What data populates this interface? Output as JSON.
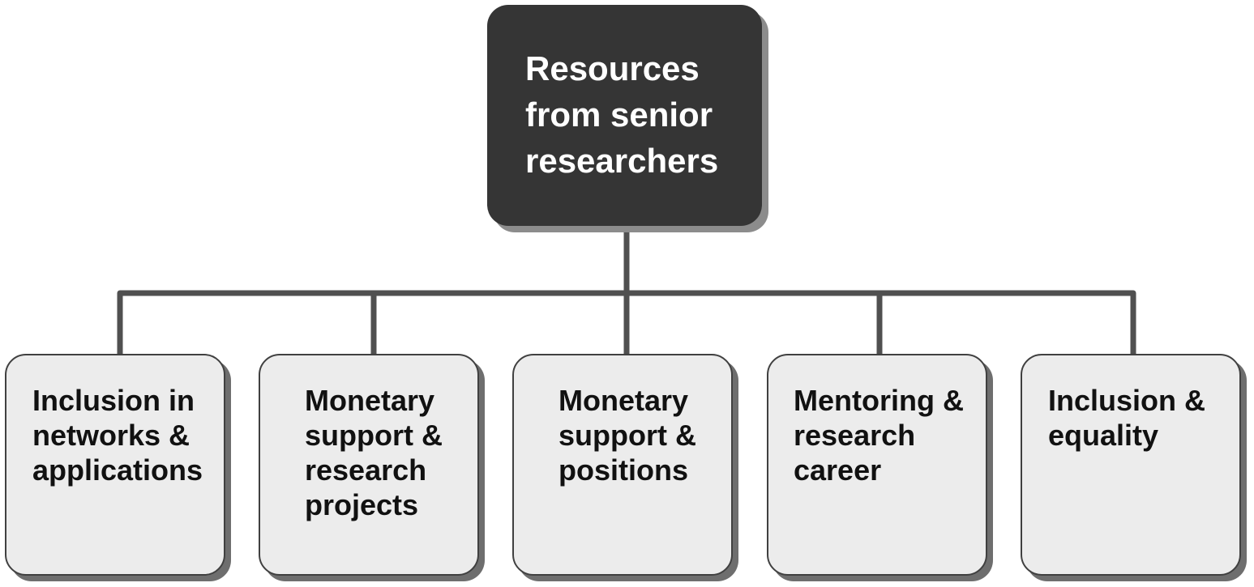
{
  "diagram": {
    "root": {
      "label": "Resources\nfrom senior\nresearchers"
    },
    "children": [
      {
        "label": "Inclusion in\nnetworks &\napplications"
      },
      {
        "label": "Monetary\nsupport &\nresearch\nprojects"
      },
      {
        "label": "Monetary\nsupport &\npositions"
      },
      {
        "label": "Mentoring &\nresearch\ncareer"
      },
      {
        "label": "Inclusion &\nequality"
      }
    ]
  },
  "colors": {
    "root_fill": "#353535",
    "root_text": "#ffffff",
    "child_fill": "#ececec",
    "child_border": "#404040",
    "connector": "#505050",
    "shadow": "#6e6e6e"
  }
}
